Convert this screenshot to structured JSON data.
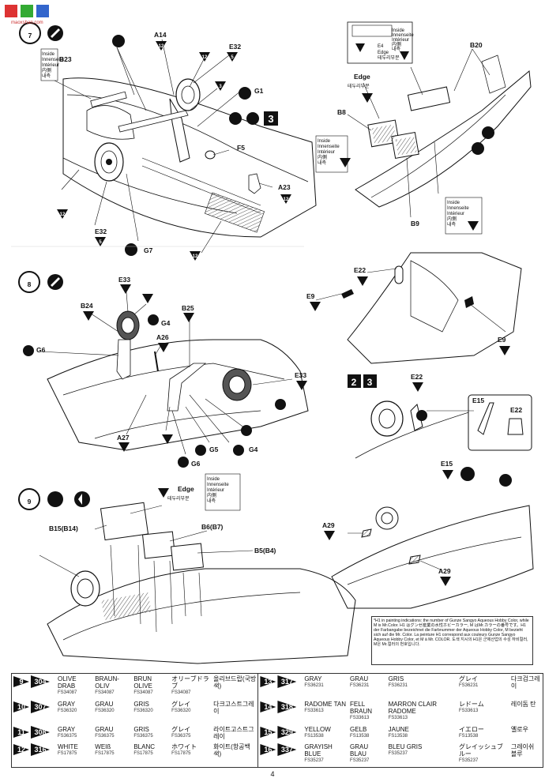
{
  "watermark": {
    "url": "maoxshan.com"
  },
  "steps": {
    "s7": {
      "num": "7"
    },
    "s8": {
      "num": "8"
    },
    "s9": {
      "num": "9"
    },
    "s23": {
      "a": "2",
      "b": "3"
    },
    "s3": {
      "num": "3"
    }
  },
  "labels": {
    "a14": "A14",
    "e32": "E32",
    "b23": "B23",
    "g1": "G1",
    "f5": "F5",
    "a23": "A23",
    "e32b": "E32",
    "g7": "G7",
    "b20": "B20",
    "edge": "Edge",
    "edge_ko": "테두리부분",
    "e4": "E4",
    "b8": "B8",
    "b9": "B9",
    "inside": "Inside",
    "innenseite": "Innenseite",
    "interieur": "Intérieur",
    "jp": "内側",
    "ko": "내측",
    "e33": "E33",
    "b24": "B24",
    "g4": "G4",
    "g6": "G6",
    "a26": "A26",
    "b25": "B25",
    "e33b": "E33",
    "a27": "A27",
    "g5": "G5",
    "g4b": "G4",
    "g6b": "G6",
    "e22": "E22",
    "e9": "E9",
    "e9b": "E9",
    "e22b": "E22",
    "e15": "E15",
    "e15b": "E15",
    "e22c": "E22",
    "b15": "B15(B14)",
    "b6": "B6(B7)",
    "b5": "B5(B4)",
    "a29": "A29",
    "a29b": "A29",
    "p12": "12",
    "p5": "5",
    "p4": "4",
    "p2": "2",
    "p3": "3"
  },
  "note": {
    "text": "*H1 in painting indications: the number of Gunze Sangyo Aqueous Hobby Color, while M is Mr.Color. H1 はグンゼ産業の水性ホビーカラー, M はMr.カラーの番号です。H1 der Farbangabe bezeichnet die Farbnummer der Aqueous Hobby Color, M bezieht sich auf die Mr. Color. La peinture H1 correspond aux couleurs Gunze Sangyo Aqueous Hobby Color, et M à Mr. COLOR. 도색 지시의 H1은 군제산업의 수성 하비컬러, M은 Mr.컬러의 번호입니다."
  },
  "legend": {
    "rows": [
      {
        "step": "9",
        "code": "304",
        "en": "OLIVE DRAB",
        "en_fs": "FS34087",
        "de": "BRAUN-OLIV",
        "de_fs": "FS34087",
        "fr": "BRUN OLIVE",
        "fr_fs": "FS34087",
        "jp": "オリーブドラブ",
        "jp_fs": "FS34087",
        "ko": "올리브드랍(국방색)",
        "step2": "13",
        "code2": "317",
        "en2": "GRAY",
        "en2_fs": "FS36231",
        "de2": "GRAU",
        "de2_fs": "FS36231",
        "fr2": "GRIS",
        "fr2_fs": "FS36231",
        "jp2": "グレイ",
        "jp2_fs": "FS36231",
        "ko2": "다크검그레이"
      },
      {
        "step": "10",
        "code": "307",
        "en": "GRAY",
        "en_fs": "FS36320",
        "de": "GRAU",
        "de_fs": "FS36320",
        "fr": "GRIS",
        "fr_fs": "FS36320",
        "jp": "グレイ",
        "jp_fs": "FS36320",
        "ko": "다크고스트그레이",
        "step2": "14",
        "code2": "318",
        "en2": "RADOME TAN",
        "en2_fs": "FS33613",
        "de2": "FELL BRAUN",
        "de2_fs": "FS33613",
        "fr2": "MARRON CLAIR RADOME",
        "fr2_fs": "FS33613",
        "jp2": "レドーム",
        "jp2_fs": "FS33613",
        "ko2": "레이돔 탄"
      },
      {
        "step": "11",
        "code": "308",
        "en": "GRAY",
        "en_fs": "FS36375",
        "de": "GRAU",
        "de_fs": "FS36375",
        "fr": "GRIS",
        "fr_fs": "FS36375",
        "jp": "グレイ",
        "jp_fs": "FS36375",
        "ko": "라이트고스트그레이",
        "step2": "15",
        "code2": "329",
        "en2": "YELLOW",
        "en2_fs": "FS13538",
        "de2": "GELB",
        "de2_fs": "FS13538",
        "fr2": "JAUNE",
        "fr2_fs": "FS13538",
        "jp2": "イエロー",
        "jp2_fs": "FS13538",
        "ko2": "옐로우"
      },
      {
        "step": "12",
        "code": "316",
        "en": "WHITE",
        "en_fs": "FS17875",
        "de": "WEIß",
        "de_fs": "FS17875",
        "fr": "BLANC",
        "fr_fs": "FS17875",
        "jp": "ホワイト",
        "jp_fs": "FS17875",
        "ko": "화이트(항공백색)",
        "step2": "16",
        "code2": "337",
        "en2": "GRAYISH BLUE",
        "en2_fs": "FS35237",
        "de2": "GRAU BLAU",
        "de2_fs": "FS35237",
        "fr2": "BLEU GRIS",
        "fr2_fs": "FS35237",
        "jp2": "グレイッシュブルー",
        "jp2_fs": "FS35237",
        "ko2": "그레이쉬 블루"
      }
    ]
  },
  "page_number": "4"
}
